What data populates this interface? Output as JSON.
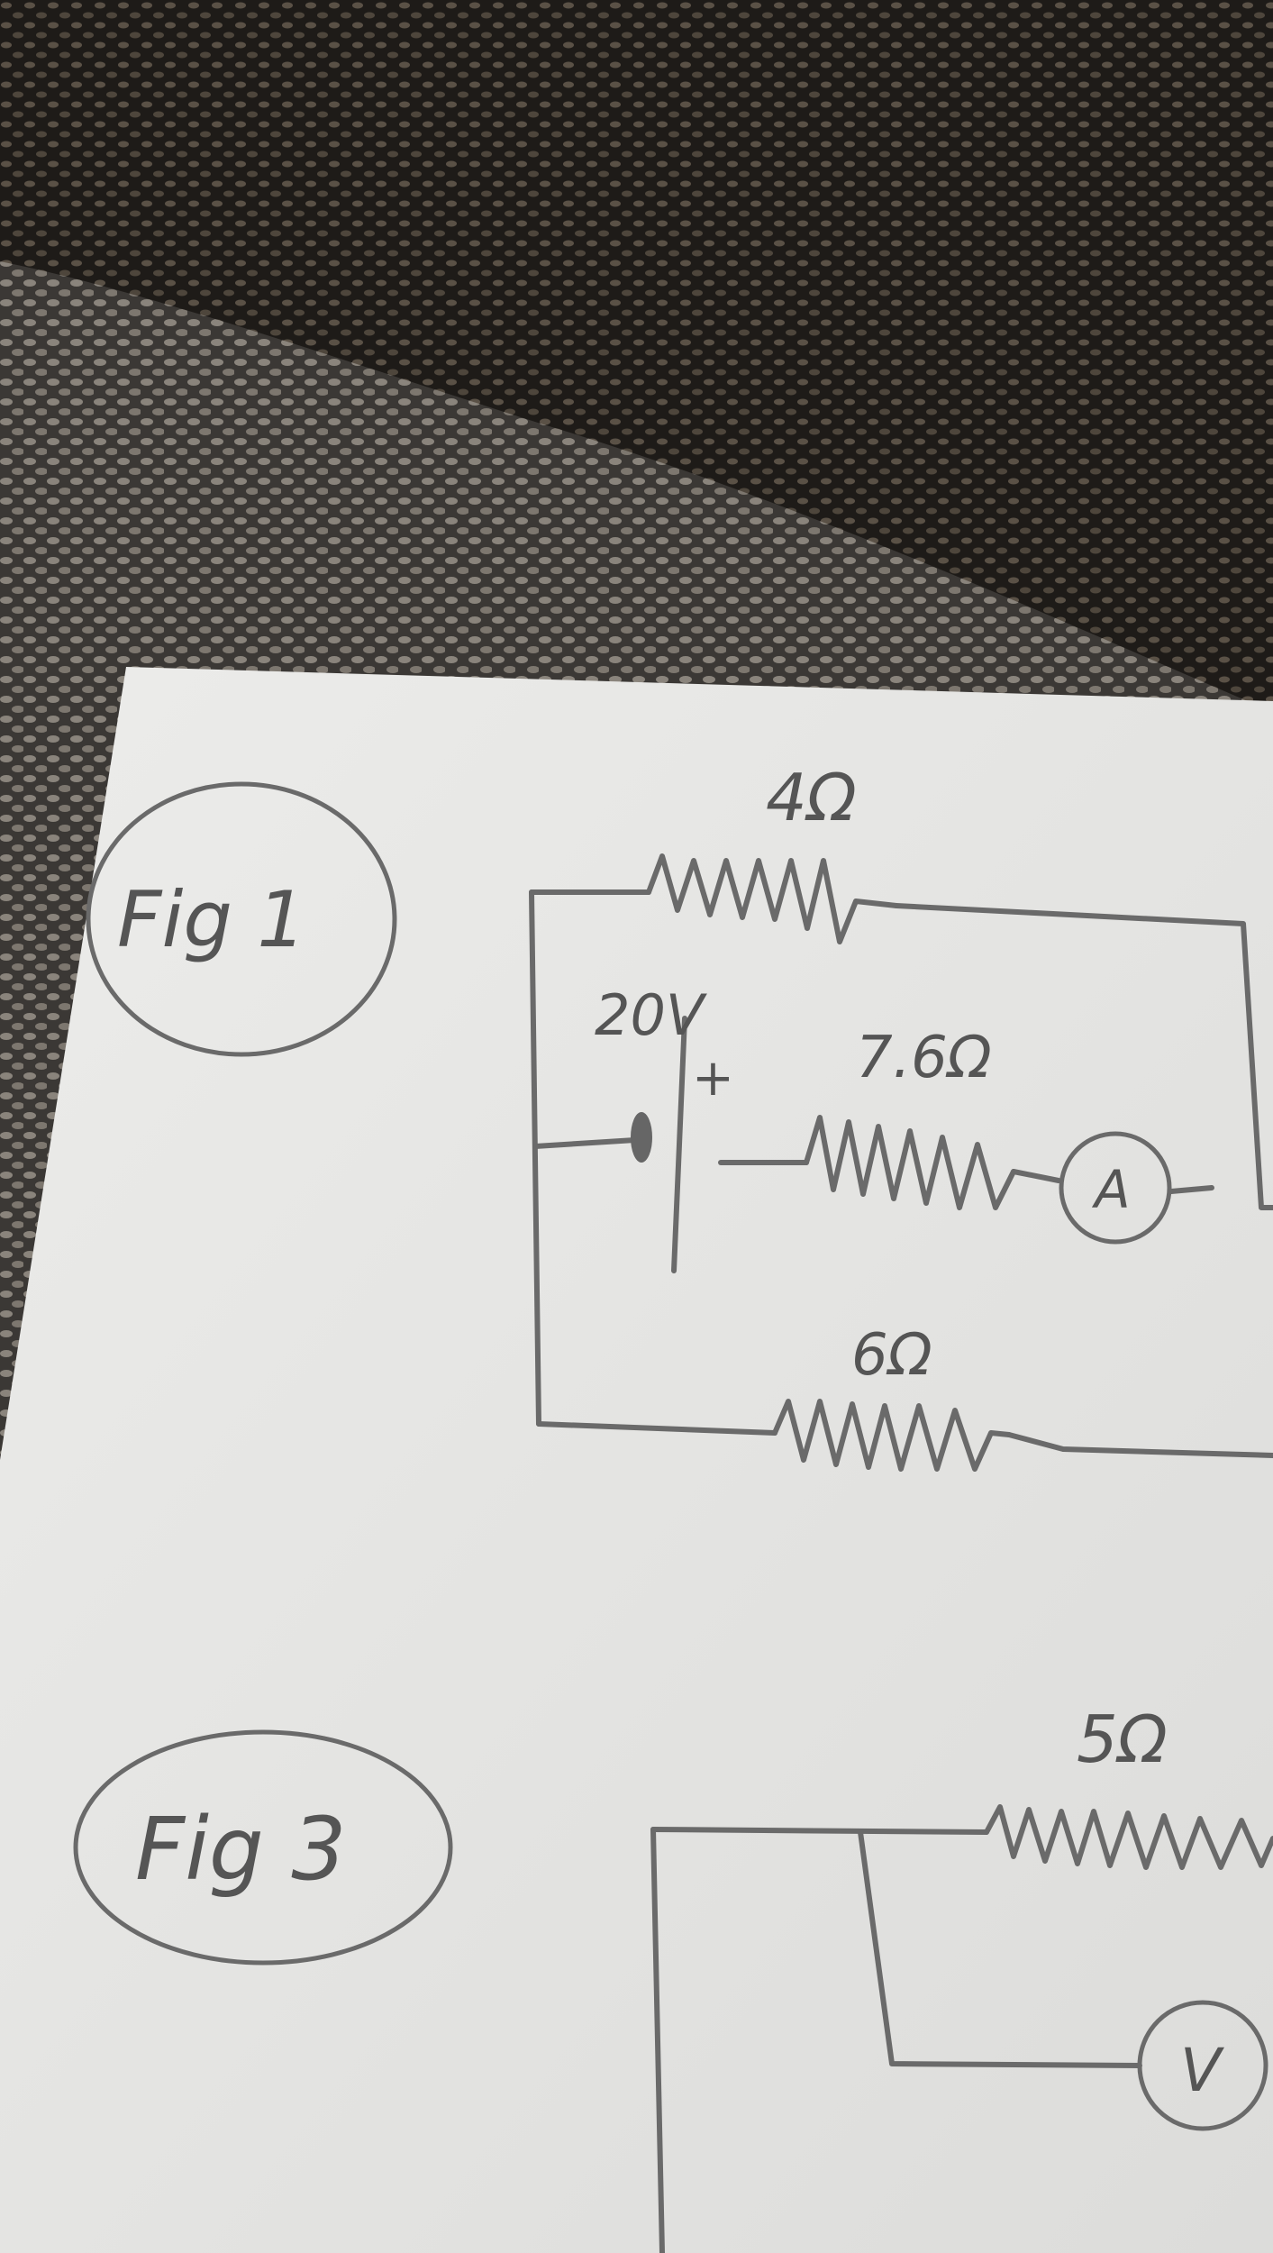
{
  "figures": [
    {
      "label": "Fig 1",
      "battery": {
        "voltage": "20V",
        "polarity": "+"
      },
      "resistors": [
        {
          "value": "4Ω"
        },
        {
          "value": "7.6Ω"
        },
        {
          "value": "6Ω"
        }
      ],
      "meters": [
        {
          "symbol": "A"
        }
      ]
    },
    {
      "label": "Fig 3",
      "resistors": [
        {
          "value": "5Ω"
        }
      ],
      "meters": [
        {
          "symbol": "V"
        }
      ]
    }
  ],
  "colors": {
    "background_fabric": "#3a3633",
    "paper": "#e6e6e4",
    "ink": "#6a6a6a"
  }
}
